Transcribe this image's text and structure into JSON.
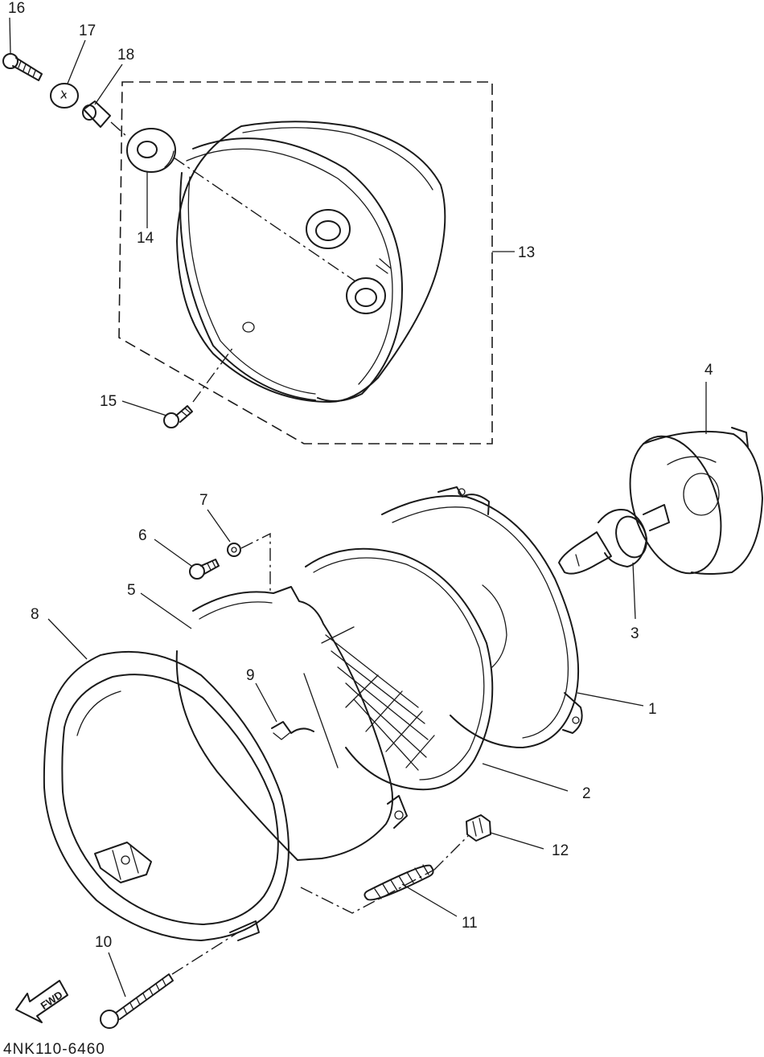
{
  "callouts": {
    "c1": "1",
    "c2": "2",
    "c3": "3",
    "c4": "4",
    "c5": "5",
    "c6": "6",
    "c7": "7",
    "c8": "8",
    "c9": "9",
    "c10": "10",
    "c11": "11",
    "c12": "12",
    "c13": "13",
    "c14": "14",
    "c15": "15",
    "c16": "16",
    "c17": "17",
    "c18": "18"
  },
  "direction_label": "FWD",
  "drawing_code": "4NK110-6460"
}
